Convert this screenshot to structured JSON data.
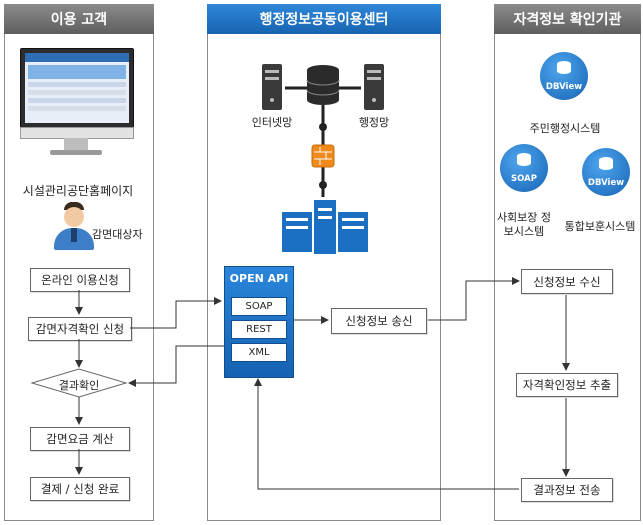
{
  "lanes": {
    "customer": "이용 고객",
    "center": "행정정보공동이용센터",
    "agency": "자격정보 확인기관"
  },
  "customer": {
    "homepage_label": "시설관리공단홈페이지",
    "person_label": "감면대상자",
    "steps": [
      "온라인 이용신청",
      "감면자격확인 신청",
      "결과확인",
      "감면요금 계산",
      "결제 / 신청 완료"
    ]
  },
  "center": {
    "internet_label": "인터넷망",
    "admin_label": "행정망",
    "api_title": "OPEN API",
    "api_items": [
      "SOAP",
      "REST",
      "XML"
    ],
    "send_label": "신청정보 송신"
  },
  "agency": {
    "systems": [
      {
        "badge": "DBView",
        "label": "주민행정시스템"
      },
      {
        "badge": "SOAP",
        "label": "사회보장 정보시스템"
      },
      {
        "badge": "DBView",
        "label": "통합보훈시스템"
      }
    ],
    "steps": [
      "신청정보 수신",
      "자격확인정보 추출",
      "결과정보 전송"
    ]
  },
  "colors": {
    "accent": "#1b6fc2",
    "lane_gray": "#707070",
    "firewall": "#f08a1c"
  }
}
